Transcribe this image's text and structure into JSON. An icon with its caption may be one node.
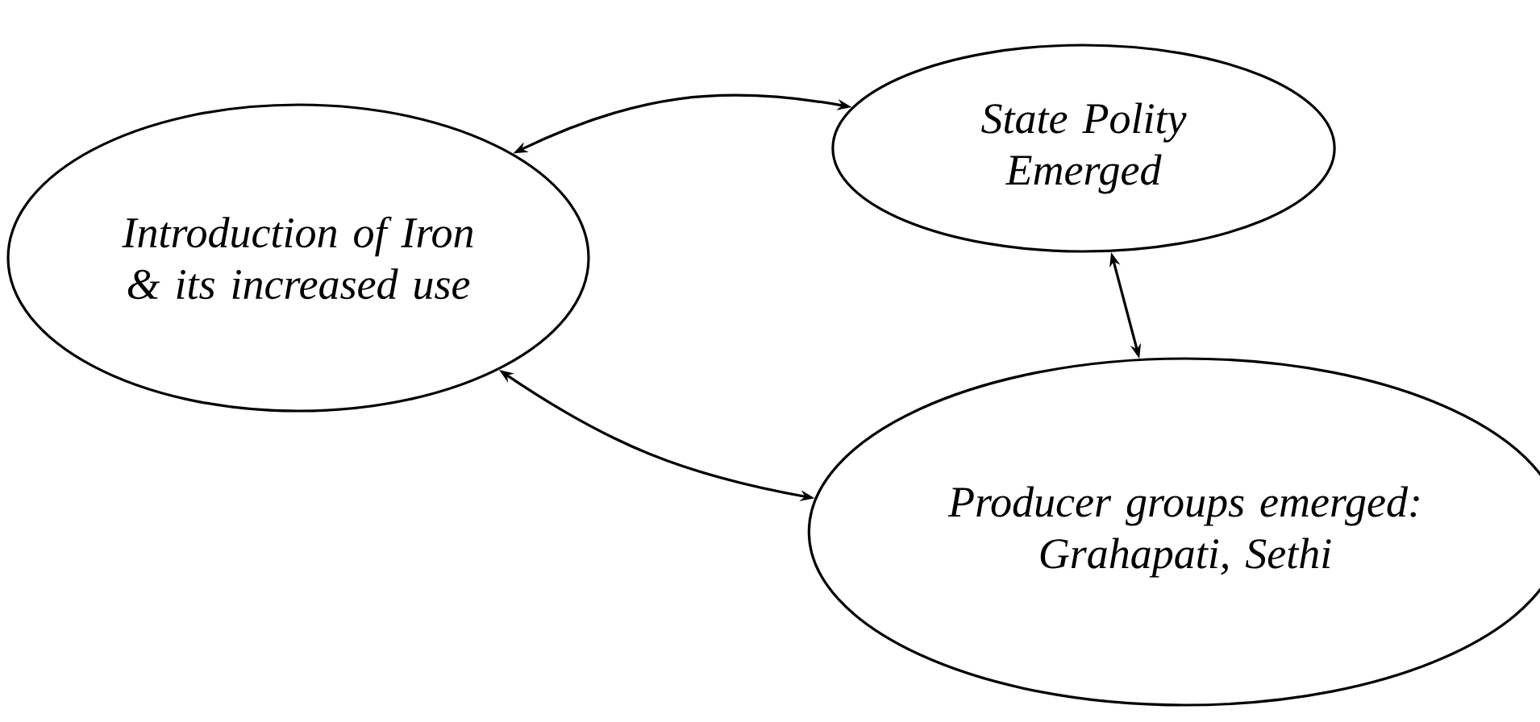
{
  "diagram": {
    "nodes": [
      {
        "text": [
          "Introduction of Iron & its increased use"
        ]
      },
      {
        "text": [
          "State Polity Emerged"
        ]
      },
      {
        "text": [
          "Producer groups emerged: Grahapati, Sethi"
        ]
      }
    ],
    "edges": [
      {
        "from": 0,
        "to": 1,
        "arrow": "both"
      },
      {
        "from": 1,
        "to": 2,
        "arrow": "both"
      },
      {
        "from": 0,
        "to": 2,
        "arrow": "both"
      }
    ]
  }
}
